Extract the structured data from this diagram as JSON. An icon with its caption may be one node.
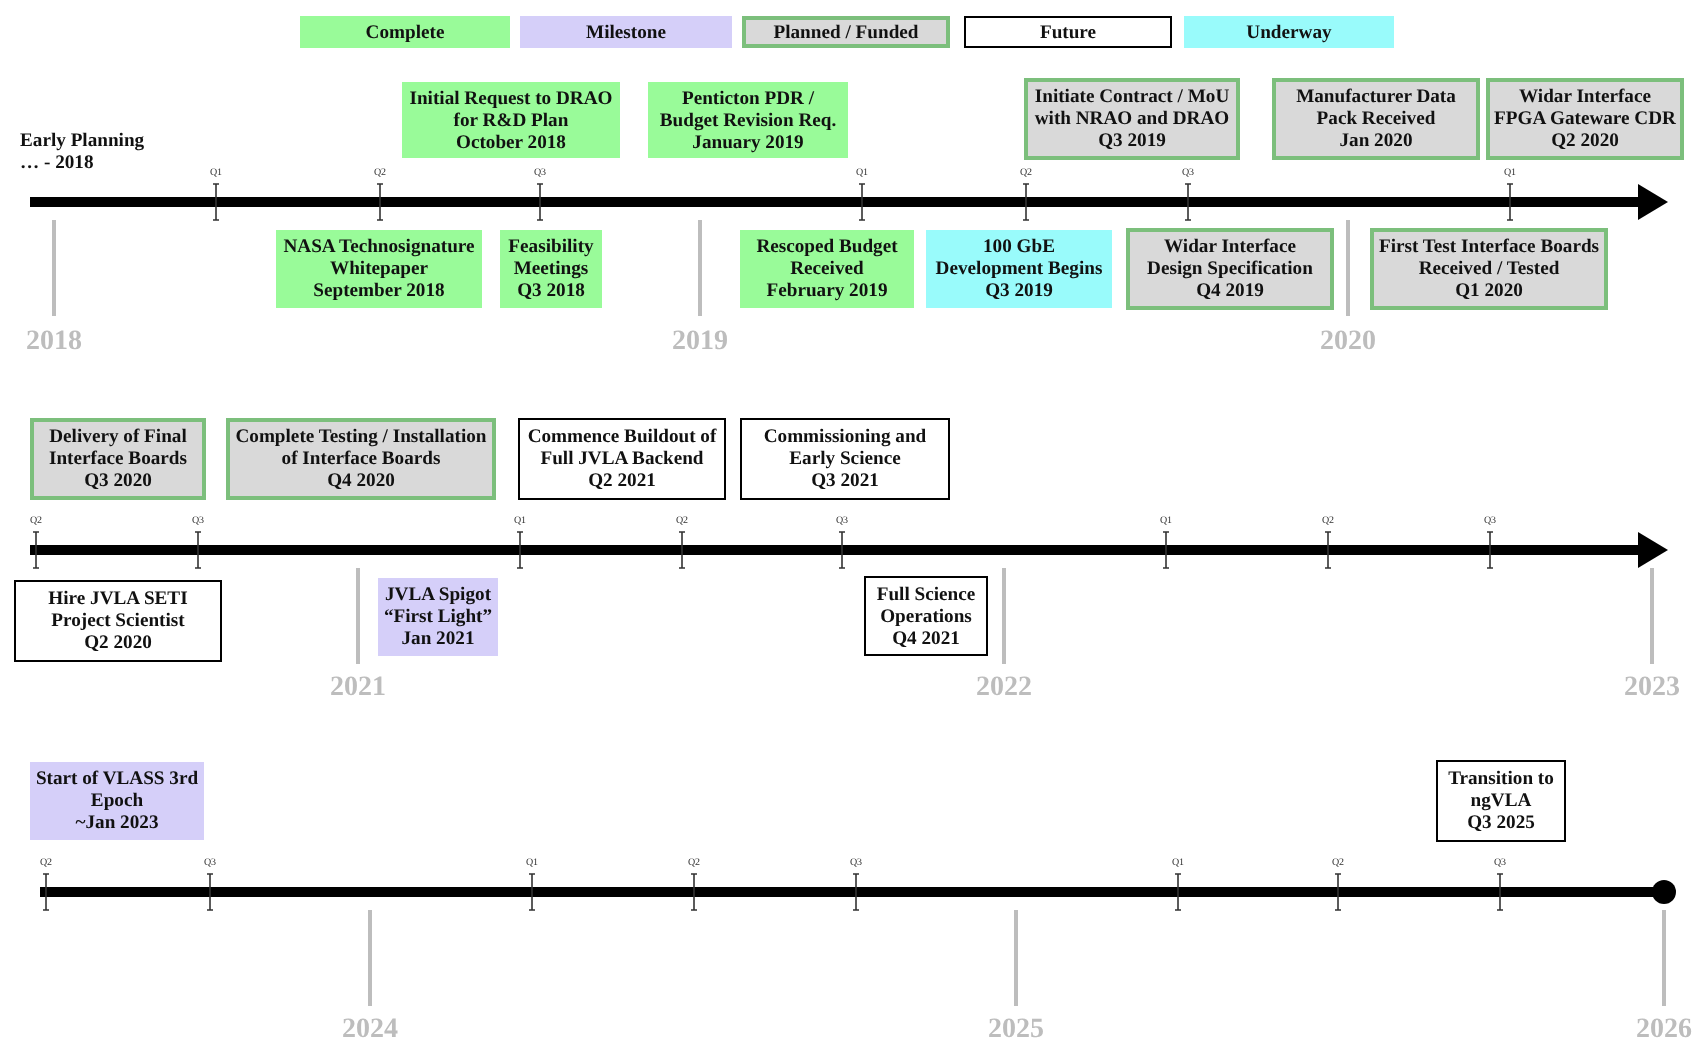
{
  "diagram": {
    "nodes": [
      {
        "text": [
          "Initial Request to DRAO for R&D Plan",
          "October 2018"
        ]
      },
      {
        "text": [
          "Penticton PDR / Budget Revision Req.",
          "January 2019"
        ]
      },
      {
        "text": [
          "Initiate Contract / MoU with NRAO and DRAO",
          "Q3 2019"
        ]
      },
      {
        "text": [
          "Manufacturer Data Pack Received",
          "Jan 2020"
        ]
      },
      {
        "text": [
          "Widar Interface FPGA Gateware CDR",
          "Q2 2020"
        ]
      },
      {
        "text": [
          "NASA Technosignature Whitepaper",
          "September 2018"
        ]
      },
      {
        "text": [
          "Feasibility Meetings",
          "Q3 2018"
        ]
      },
      {
        "text": [
          "Rescoped Budget Received",
          "February 2019"
        ]
      },
      {
        "text": [
          "100 GbE Development Begins",
          "Q3 2019"
        ]
      },
      {
        "text": [
          "Widar Interface Design Specification",
          "Q4 2019"
        ]
      },
      {
        "text": [
          "First Test Interface Boards Received / Tested",
          "Q1 2020"
        ]
      },
      {
        "text": [
          "Delivery of Final Interface Boards",
          "Q3 2020"
        ]
      },
      {
        "text": [
          "Complete Testing / Installation of Interface Boards",
          "Q4 2020"
        ]
      },
      {
        "text": [
          "Commence Buildout of Full JVLA Backend",
          "Q2 2021"
        ]
      },
      {
        "text": [
          "Commissioning and Early Science",
          "Q3 2021"
        ]
      },
      {
        "text": [
          "Hire JVLA SETI Project Scientist",
          "Q2 2020"
        ]
      },
      {
        "text": [
          "JVLA Spigot “First Light”",
          "Jan 2021"
        ]
      },
      {
        "text": [
          "Full Science Operations",
          "Q4 2021"
        ]
      },
      {
        "text": [
          "Start of VLASS 3rd Epoch",
          "~Jan 2023"
        ]
      },
      {
        "text": [
          "Transition to ngVLA",
          "Q3 2025"
        ]
      }
    ],
    "labels": [
      "Early Planning … - 2018",
      "Q1",
      "Q2",
      "Q3",
      "Q1",
      "Q2",
      "Q3",
      "Q1",
      "2018",
      "2019",
      "2020",
      "Q2",
      "Q3",
      "Q1",
      "Q2",
      "Q3",
      "Q1",
      "Q2",
      "Q3",
      "2021",
      "2022",
      "2023",
      "Q2",
      "Q3",
      "Q1",
      "Q2",
      "Q3",
      "Q1",
      "Q2",
      "Q3",
      "2024",
      "2025",
      "2026"
    ],
    "legend": [
      {
        "text": "Complete",
        "color": "#99fb99"
      },
      {
        "text": "Milestone",
        "color": "#d5cff9"
      },
      {
        "text": "Planned / Funded",
        "color": "#d9d9d9"
      },
      {
        "text": "Future",
        "color": "#ffffff"
      },
      {
        "text": "Underway",
        "color": "#99fbfb"
      }
    ]
  }
}
